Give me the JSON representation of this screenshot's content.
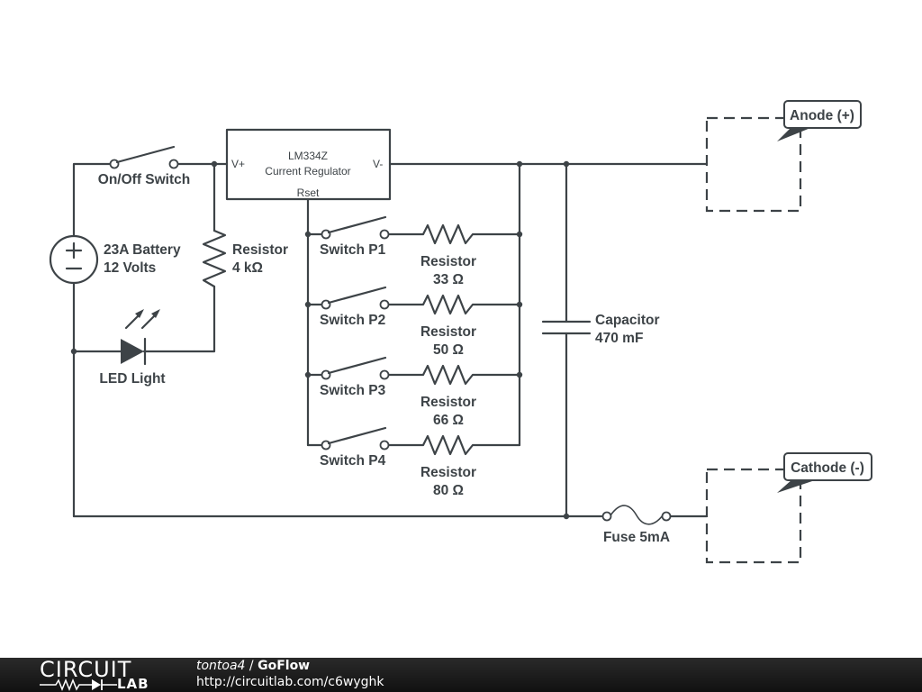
{
  "schematic": {
    "regulator": {
      "name": "LM334Z",
      "subtitle": "Current Regulator",
      "pin_vplus": "V+",
      "pin_vminus": "V-",
      "pin_rset": "Rset"
    },
    "components": {
      "on_off_switch": "On/Off Switch",
      "battery_name": "23A Battery",
      "battery_value": "12 Volts",
      "resistor_main_name": "Resistor",
      "resistor_main_value": "4 kΩ",
      "led": "LED Light",
      "capacitor_name": "Capacitor",
      "capacitor_value": "470 mF",
      "fuse": "Fuse 5mA"
    },
    "branches": [
      {
        "switch": "Switch P1",
        "resistor_name": "Resistor",
        "resistor_value": "33 Ω"
      },
      {
        "switch": "Switch P2",
        "resistor_name": "Resistor",
        "resistor_value": "50 Ω"
      },
      {
        "switch": "Switch P3",
        "resistor_name": "Resistor",
        "resistor_value": "66 Ω"
      },
      {
        "switch": "Switch P4",
        "resistor_name": "Resistor",
        "resistor_value": "80 Ω"
      }
    ],
    "probes": {
      "anode": "Anode (+)",
      "cathode": "Cathode (-)"
    }
  },
  "footer": {
    "logo_top": "CIRCUIT",
    "logo_bottom": "LAB",
    "user": "tontoa4",
    "separator": " / ",
    "title": "GoFlow",
    "url": "http://circuitlab.com/c6wyghk"
  },
  "colors": {
    "ink": "#3d4347",
    "footer_bg": "#1a1a1a",
    "footer_text": "#ffffff"
  }
}
